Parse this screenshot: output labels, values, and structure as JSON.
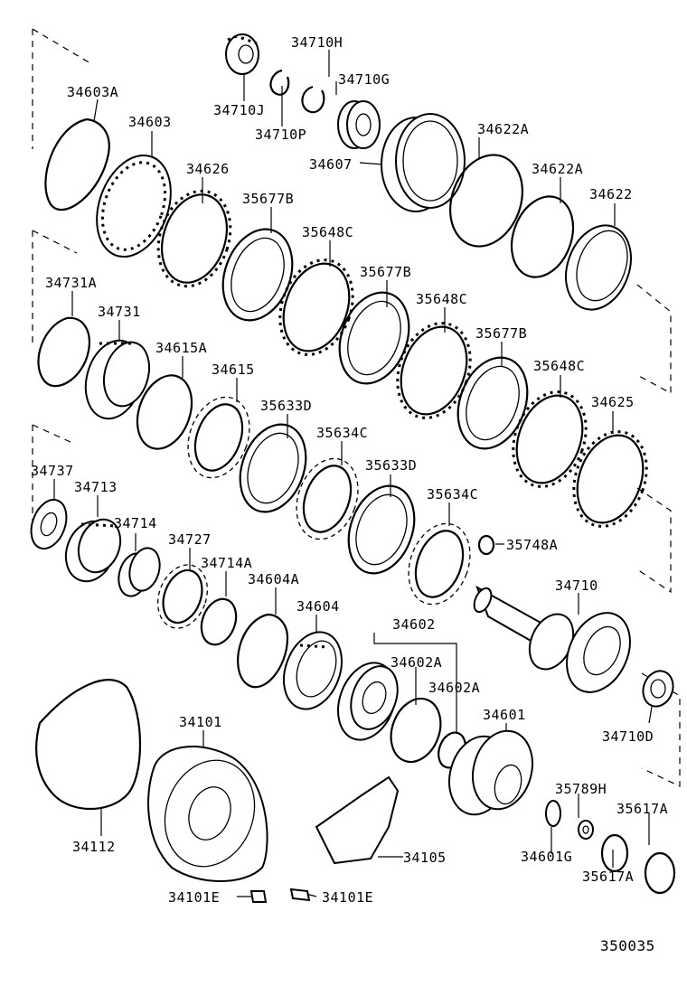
{
  "labels": {
    "p34603A": "34603A",
    "p34603": "34603",
    "p34710J": "34710J",
    "p34710H": "34710H",
    "p34710G": "34710G",
    "p34710P": "34710P",
    "p34607": "34607",
    "p34622A_1": "34622A",
    "p34622A_2": "34622A",
    "p34622": "34622",
    "p34626": "34626",
    "p35677B_1": "35677B",
    "p35648C_1": "35648C",
    "p35677B_2": "35677B",
    "p35648C_2": "35648C",
    "p35677B_3": "35677B",
    "p35648C_3": "35648C",
    "p34731A": "34731A",
    "p34731": "34731",
    "p34615A": "34615A",
    "p34615": "34615",
    "p35633D_1": "35633D",
    "p35634C_1": "35634C",
    "p35633D_2": "35633D",
    "p35634C_2": "35634C",
    "p34625": "34625",
    "p34737": "34737",
    "p34713": "34713",
    "p34714": "34714",
    "p34727": "34727",
    "p34714A": "34714A",
    "p34604A": "34604A",
    "p34604": "34604",
    "p34602": "34602",
    "p34602A_1": "34602A",
    "p34602A_2": "34602A",
    "p35748A": "35748A",
    "p34710": "34710",
    "p34710D": "34710D",
    "p34601": "34601",
    "p34101": "34101",
    "p34112": "34112",
    "p35789H": "35789H",
    "p35617A_1": "35617A",
    "p35617A_2": "35617A",
    "p34601G": "34601G",
    "p34105": "34105",
    "p34101E_1": "34101E",
    "p34101E_2": "34101E"
  },
  "reference_number": "350035"
}
